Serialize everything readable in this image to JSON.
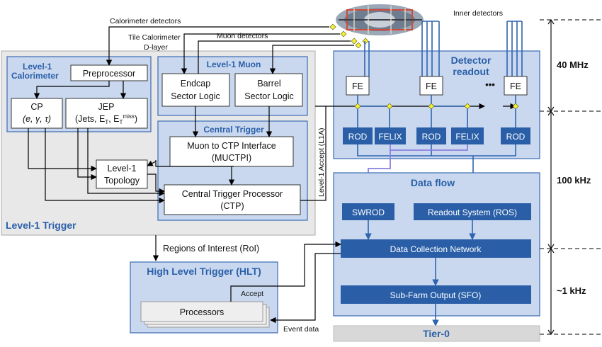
{
  "top": {
    "calorimeter_detectors": "Calorimeter detectors",
    "tile_calorimeter_d_layer": [
      "Tile Calorimeter",
      "D-layer"
    ],
    "muon_detectors": "Muon detectors",
    "inner_detectors": "Inner detectors"
  },
  "level1": {
    "title": "Level-1 Trigger",
    "calorimeter": {
      "title": [
        "Level-1",
        "Calorimeter"
      ],
      "preprocessor": "Preprocessor",
      "cp": [
        "CP",
        "(e, γ, τ)"
      ],
      "jep": [
        "JEP",
        "(Jets, E",
        "T",
        ", E",
        "T",
        "miss",
        ")"
      ]
    },
    "muon": {
      "title": "Level-1 Muon",
      "endcap": [
        "Endcap",
        "Sector Logic"
      ],
      "barrel": [
        "Barrel",
        "Sector Logic"
      ]
    },
    "central": {
      "title": "Central Trigger",
      "muctpi": [
        "Muon to CTP Interface",
        "(MUCTPI)"
      ],
      "ctp": [
        "Central Trigger Processor",
        "(CTP)"
      ]
    },
    "topology": [
      "Level-1",
      "Topology"
    ],
    "l1a": "Level-1 Accept (L1A)"
  },
  "detector_readout": {
    "title": [
      "Detector",
      "readout"
    ],
    "fe": [
      "FE",
      "FE",
      "FE"
    ],
    "ellipsis": "•••",
    "rod_felix": [
      "ROD",
      "FELIX",
      "ROD",
      "FELIX",
      "ROD"
    ]
  },
  "data_flow": {
    "title": "Data flow",
    "swrod": "SWROD",
    "ros": "Readout System (ROS)",
    "dcn": "Data Collection Network",
    "sfo": "Sub-Farm Output (SFO)"
  },
  "hlt": {
    "title": "High Level Trigger (HLT)",
    "processors": "Processors",
    "accept": "Accept",
    "event_data": "Event data",
    "roi": "Regions of Interest (RoI)"
  },
  "tier0": "Tier-0",
  "rates": [
    "40 MHz",
    "100 kHz",
    "~1 kHz"
  ],
  "colors": {
    "panel_blue": "#c9d8ef",
    "panel_border": "#3b6cb3",
    "box_blue": "#2a5fa8",
    "gray_panel": "#e8e8e8",
    "diamond": "#f5ee3a",
    "purple_wire": "#8a7fe0"
  }
}
